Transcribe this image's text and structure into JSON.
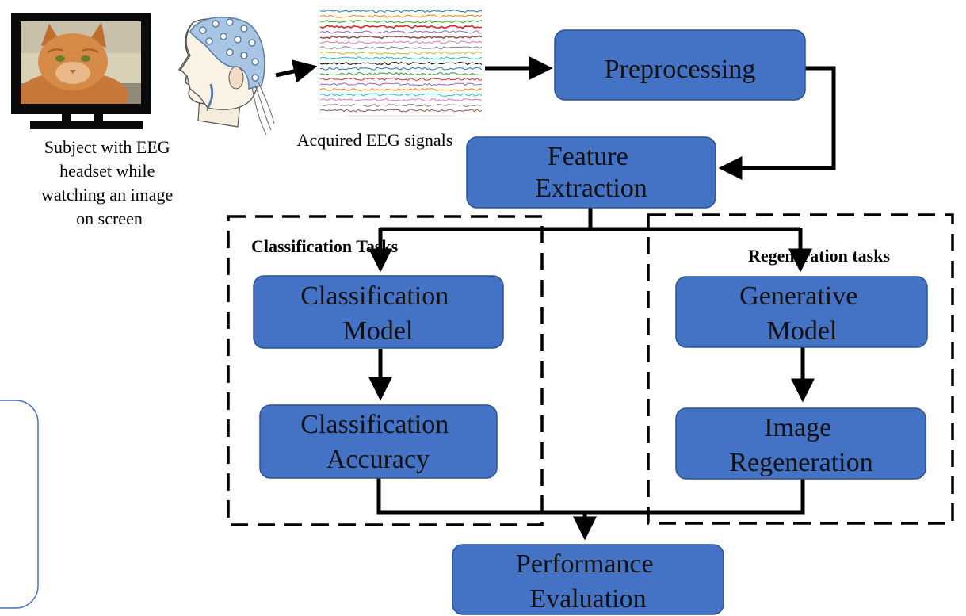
{
  "colors": {
    "box_fill": "#4472C4",
    "box_stroke": "#2F528F",
    "arrow": "#000000",
    "dashed_border": "#000000",
    "side_panel_stroke": "#4472C4"
  },
  "icons": {
    "monitor": "monitor-with-cat-image-icon",
    "head": "head-with-eeg-cap-icon",
    "signals": "eeg-signal-traces-icon"
  },
  "subject_caption": [
    "Subject with EEG",
    "headset while",
    "watching an image",
    "on screen"
  ],
  "signals_caption": "Acquired EEG signals",
  "boxes": {
    "preprocessing": [
      "Preprocessing"
    ],
    "feature_extraction": [
      "Feature",
      "Extraction"
    ],
    "classification_model": [
      "Classification",
      "Model"
    ],
    "classification_accuracy": [
      "Classification",
      "Accuracy"
    ],
    "generative_model": [
      "Generative",
      "Model"
    ],
    "image_regeneration": [
      "Image",
      "Regeneration"
    ],
    "performance_evaluation": [
      "Performance",
      "Evaluation"
    ]
  },
  "groups": {
    "classification": "Classification Tasks",
    "regeneration": "Regeneration tasks"
  }
}
